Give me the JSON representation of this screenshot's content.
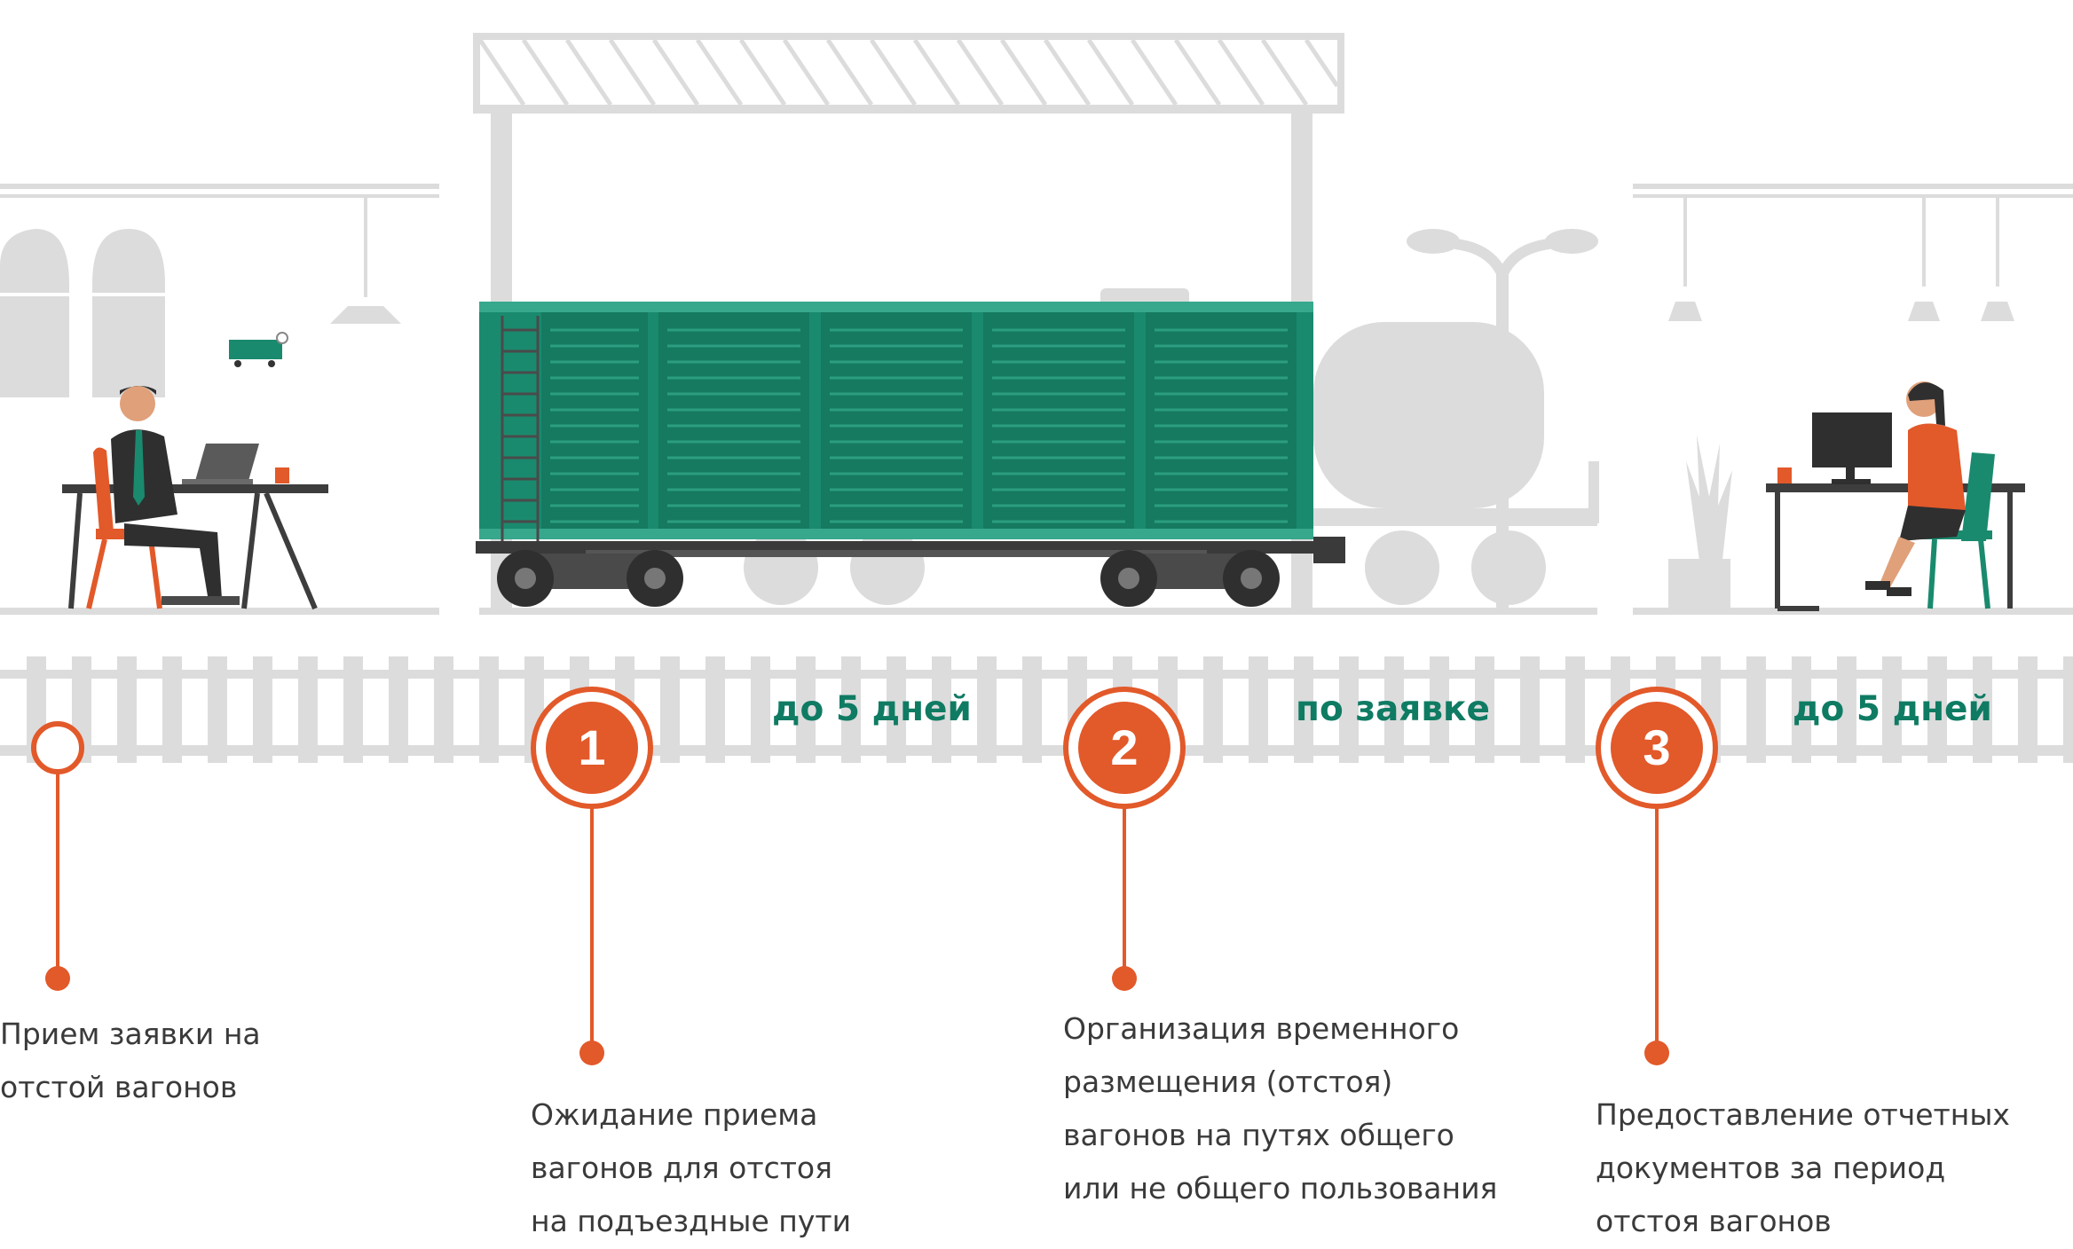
{
  "colors": {
    "orange": "#e2592a",
    "green": "#1a8a6e",
    "grey": "#dcdcdc",
    "text": "#3a3a3a",
    "duration_text": "#0f7b63"
  },
  "durations": [
    "до 5 дней",
    "по заявке",
    "до 5 дней"
  ],
  "steps": [
    {
      "marker": "",
      "lines": [
        "Прием заявки на",
        "отстой вагонов"
      ]
    },
    {
      "marker": "1",
      "lines": [
        "Ожидание приема",
        "вагонов для отстоя",
        "на подъездные пути"
      ]
    },
    {
      "marker": "2",
      "lines": [
        "Организация временного",
        "размещения (отстоя)",
        "вагонов на путях общего",
        "или не общего пользования"
      ]
    },
    {
      "marker": "3",
      "lines": [
        "Предоставление отчетных",
        "документов за период",
        "отстоя вагонов"
      ]
    }
  ]
}
